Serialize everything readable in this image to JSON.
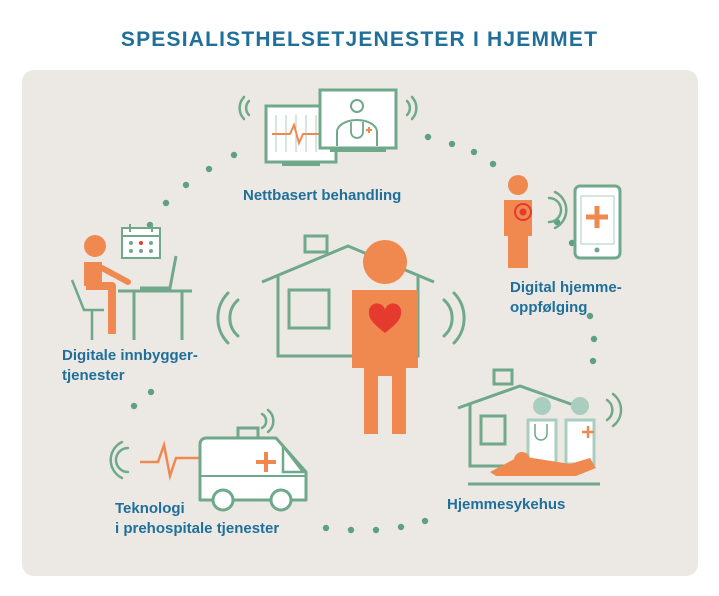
{
  "title": "SPESIALISTHELSETJENESTER I HJEMMET",
  "labels": {
    "nettbasert": "Nettbasert behandling",
    "digital_line1": "Digital hjemme-",
    "digital_line2": "oppfølging",
    "innbygger_line1": "Digitale innbygger-",
    "innbygger_line2": "tjenester",
    "hjemmesykehus": "Hjemmesykehus",
    "teknologi_line1": "Teknologi",
    "teknologi_line2": "i prehospitale tjenester"
  },
  "colors": {
    "title_blue": "#1f6f9a",
    "panel_bg": "#ece9e5",
    "green": "#6fa88a",
    "dot_green": "#5f9f85",
    "orange": "#f0894f",
    "heart_red": "#e53a2e",
    "teal_light": "#a9cdbf"
  }
}
